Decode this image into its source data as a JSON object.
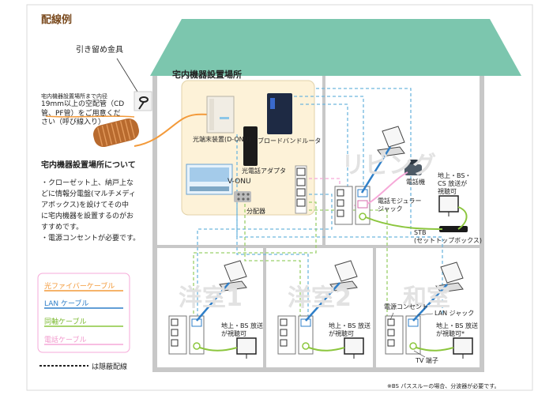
{
  "title": "配線例",
  "labels": {
    "hook": "引き留め金具",
    "conduit": [
      "宅内機器設置場所まで内径",
      "19mm以上の空配管（CD",
      "管、PF管）をご用意くだ",
      "さい（呼び線入り）"
    ],
    "equipment_area": "宅内機器設置場所",
    "onu": "光端末装置(D-ONU)",
    "router": "ブロードバンドルータ",
    "phone_adapter": "光電話アダプタ",
    "vonu": "V-ONU",
    "splitter": "分配器",
    "phone": "電話機",
    "modular_jack": [
      "電話モジュラー",
      "ジャック"
    ],
    "bs_cs_tv": [
      "地上・BS・",
      "CS 放送が",
      "視聴可"
    ],
    "stb": [
      "STB",
      "(セットトップボックス)"
    ],
    "tv_bs": [
      "地上・BS 放送",
      "が視聴可"
    ],
    "tv_bs_washitsu": [
      "地上・BS 放送",
      "が視聴可*"
    ],
    "power_outlet": "電源コンセント",
    "lan_jack": "LAN ジャック",
    "tv_terminal": "TV 端子",
    "footnote": "※BS パススルーの場合、分波器が必要です。"
  },
  "rooms": {
    "living": "リビング",
    "yoshitsu1": "洋室1",
    "yoshitsu2": "洋室2",
    "washitsu": "和室"
  },
  "notes": {
    "heading": "宅内機器設置場所について",
    "body1": [
      "・クローゼット上、納戸上な",
      "どに情報分電盤(マルチメディ",
      "アボックス)を設けてその中",
      "に宅内機器を設置するのがお",
      "すすめです。"
    ],
    "body2": "・電源コンセントが必要です。"
  },
  "legend": [
    {
      "label": "光ファイバーケーブル",
      "color": "#f39a3a",
      "style": "solid"
    },
    {
      "label": "LAN ケーブル",
      "color": "#2f7fc8",
      "style": "solid"
    },
    {
      "label": "同軸ケーブル",
      "color": "#8cc63e",
      "style": "solid"
    },
    {
      "label": "電話ケーブル",
      "color": "#f6a9d8",
      "style": "solid"
    },
    {
      "label": "は隠蔽配線",
      "color": "#222222",
      "style": "dashed"
    }
  ],
  "colors": {
    "roof": "#7cc6ae",
    "wall": "#c8c8c8",
    "equipment_area_bg": "#fdf2d8",
    "fiber": "#f39a3a",
    "lan": "#2f7fc8",
    "coax": "#8cc63e",
    "phone": "#f6a9d8",
    "hidden_lan": "#6fb6de",
    "hidden_coax": "#9bd06a"
  }
}
